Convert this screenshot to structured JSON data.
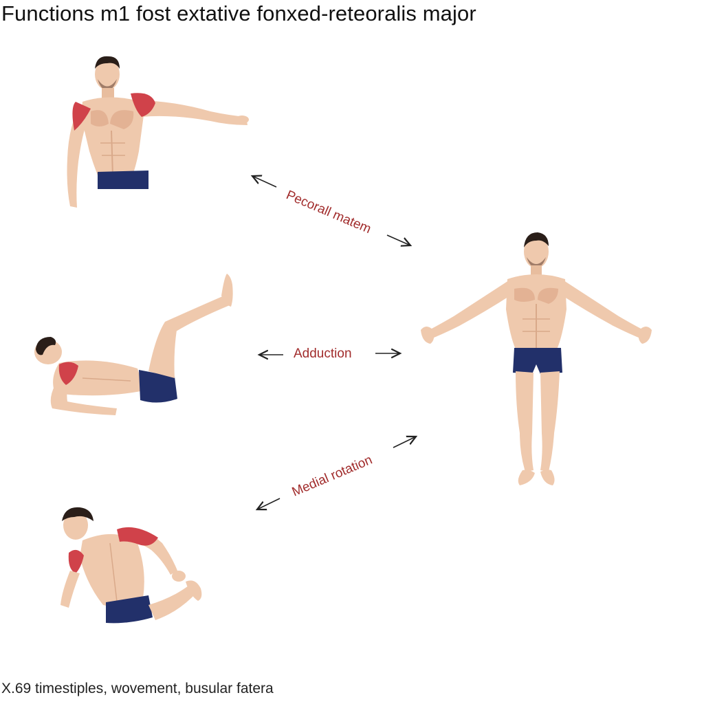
{
  "title": "Functions m1 fost extative fonxed-reteoralis major",
  "labels": {
    "top": "Pecorall matem",
    "middle": "Adduction",
    "bottom": "Medial rotation"
  },
  "caption": "X.69 timestiples, wovement, busular fatera",
  "colors": {
    "skin": "#efc9ad",
    "skin_shadow": "#d9a98a",
    "muscle": "#d0424a",
    "shorts": "#22306a",
    "hair": "#2a1e19",
    "label": "#a12c2c",
    "arrow": "#222222"
  }
}
